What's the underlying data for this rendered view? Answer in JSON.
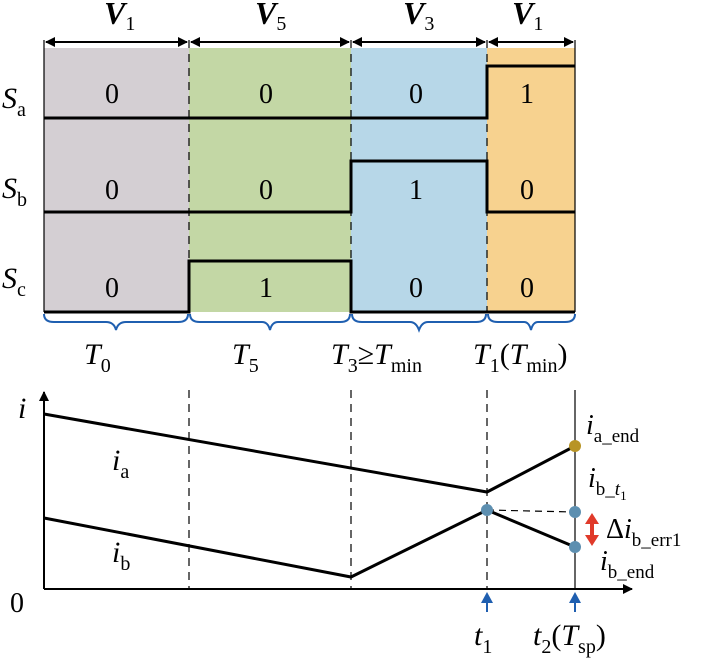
{
  "colors": {
    "grey": "#d4cfd3",
    "green": "#c3d7a5",
    "blue": "#b7d7e8",
    "yellow": "#f7d28f",
    "brace": "#1f5fb0",
    "point_blue": "#5d8fb0",
    "point_gold": "#b89425",
    "error_red": "#e03a2a",
    "arrow_blue": "#1f5fb0"
  },
  "vectors": {
    "v1_first": {
      "main": "V",
      "sub": "1"
    },
    "v5": {
      "main": "V",
      "sub": "5"
    },
    "v3": {
      "main": "V",
      "sub": "3"
    },
    "v1_last": {
      "main": "V",
      "sub": "1"
    }
  },
  "switches": {
    "sa": {
      "main": "S",
      "sub": "a"
    },
    "sb": {
      "main": "S",
      "sub": "b"
    },
    "sc": {
      "main": "S",
      "sub": "c"
    }
  },
  "states": {
    "sa": [
      "0",
      "0",
      "0",
      "1"
    ],
    "sb": [
      "0",
      "0",
      "1",
      "0"
    ],
    "sc": [
      "0",
      "1",
      "0",
      "0"
    ]
  },
  "durations": {
    "t0": {
      "main": "T",
      "sub": "0"
    },
    "t5": {
      "main": "T",
      "sub": "5"
    },
    "t3": {
      "main": "T",
      "sub": "3",
      "rel": "≥",
      "main2": "T",
      "sub2": "min"
    },
    "t1": {
      "main": "T",
      "sub": "1",
      "open": "(",
      "main2": "T",
      "sub2": "min",
      "close": ")"
    }
  },
  "plot": {
    "y_axis": "i",
    "origin": "0",
    "ia": {
      "main": "i",
      "sub": "a"
    },
    "ib": {
      "main": "i",
      "sub": "b"
    },
    "ia_end": {
      "main": "i",
      "sub": "a_end"
    },
    "ib_t1": {
      "main": "i",
      "sub": "b_",
      "subsub_main": "t",
      "subsub_sub": "1"
    },
    "delta": {
      "prefix": "Δ",
      "main": "i",
      "sub": "b_err1"
    },
    "ib_end": {
      "main": "i",
      "sub": "b_end"
    },
    "t1_mark": {
      "main": "t",
      "sub": "1"
    },
    "t2_mark": {
      "main": "t",
      "sub": "2",
      "open": "(",
      "main2": "T",
      "sub2": "sp",
      "close": ")"
    }
  }
}
